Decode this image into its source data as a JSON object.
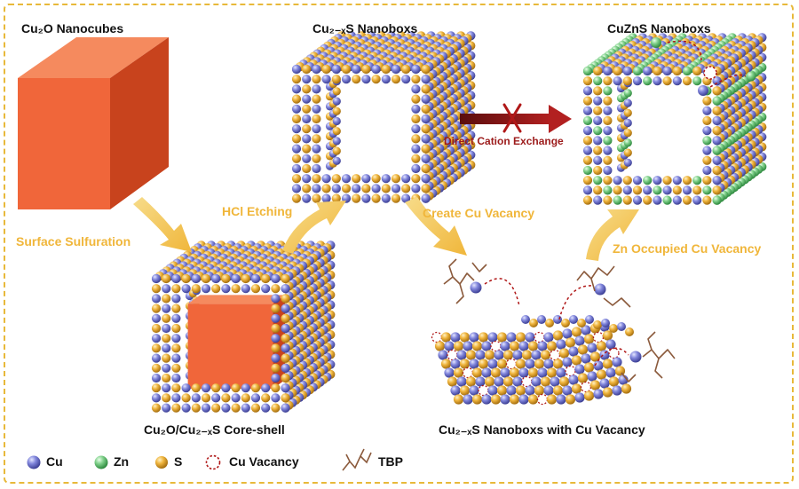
{
  "titles": {
    "cu2o_nanocubes": "Cu₂O Nanocubes",
    "cu2xs_nanoboxs": "Cu₂₋ₓS Nanoboxs",
    "cuzns_nanoboxs": "CuZnS Nanoboxs",
    "core_shell": "Cu₂O/Cu₂₋ₓS Core-shell",
    "vacancy_nanoboxs": "Cu₂₋ₓS Nanoboxs with Cu Vacancy"
  },
  "steps": {
    "surface_sulfuration": "Surface Sulfuration",
    "hcl_etching": "HCl Etching",
    "create_cu_vacancy": "Create Cu Vacancy",
    "zn_occupied": "Zn Occupied Cu Vacancy",
    "direct_cation_exchange": "Direct Cation Exchange"
  },
  "legend": {
    "cu": "Cu",
    "zn": "Zn",
    "s": "S",
    "cu_vacancy": "Cu Vacancy",
    "tbp": "TBP"
  },
  "colors": {
    "cu": "#7b7fd6",
    "zn": "#7fd08a",
    "s": "#efb43c",
    "cube_orange": "#f0663a",
    "arrow_yellow": "#f2c04a",
    "arrow_red": "#9c1b1b",
    "frame": "#e8b93a",
    "tbp": "#8b5a3c"
  }
}
